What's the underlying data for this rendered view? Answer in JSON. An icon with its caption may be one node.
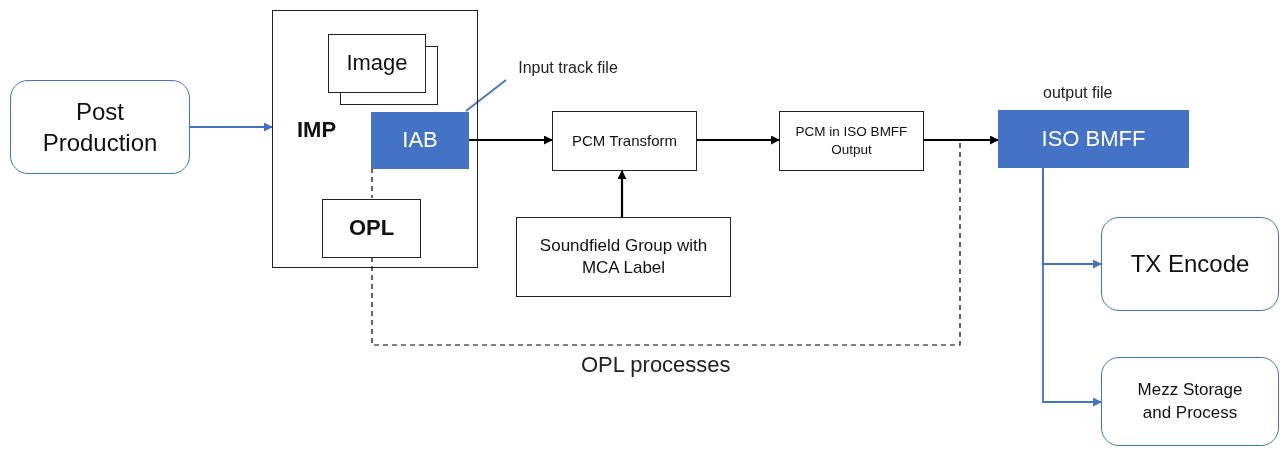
{
  "diagram": {
    "nodes": [
      {
        "text": [
          "Post Production"
        ]
      },
      {
        "text": [
          "IMP"
        ]
      },
      {
        "text": [
          "Image"
        ],
        "in": 1
      },
      {
        "text": [
          "IAB"
        ],
        "in": 1
      },
      {
        "text": [
          "OPL"
        ],
        "in": 1
      },
      {
        "text": [
          "Input track file"
        ]
      },
      {
        "text": [
          "PCM Transform"
        ]
      },
      {
        "text": [
          "Soundfield Group with MCA Label"
        ]
      },
      {
        "text": [
          "PCM in ISO BMFF Output"
        ]
      },
      {
        "text": [
          "ISO BMFF"
        ],
        "beside": [
          "output file"
        ]
      },
      {
        "text": [
          "TX Encode"
        ]
      },
      {
        "text": [
          "Mezz Storage and Process"
        ]
      }
    ],
    "edges": [
      {
        "from": 0,
        "to": 1,
        "arrow": "to",
        "color": "#4472c4"
      },
      {
        "from": 5,
        "to": 3,
        "arrow": "none",
        "color": "#4472c4"
      },
      {
        "from": 3,
        "to": 6,
        "arrow": "to"
      },
      {
        "from": 7,
        "to": 6,
        "arrow": "to"
      },
      {
        "from": 6,
        "to": 8,
        "arrow": "to"
      },
      {
        "from": 8,
        "to": 9,
        "arrow": "to"
      },
      {
        "from": 9,
        "to": 10,
        "arrow": "to",
        "color": "#4472c4"
      },
      {
        "from": 9,
        "to": 11,
        "arrow": "to",
        "color": "#4472c4"
      },
      {
        "from": 3,
        "to": 4,
        "arrow": "none",
        "style": "dashed"
      },
      {
        "from": 4,
        "to": null,
        "arrow": "none",
        "style": "dashed",
        "label": "OPL processes"
      }
    ]
  }
}
